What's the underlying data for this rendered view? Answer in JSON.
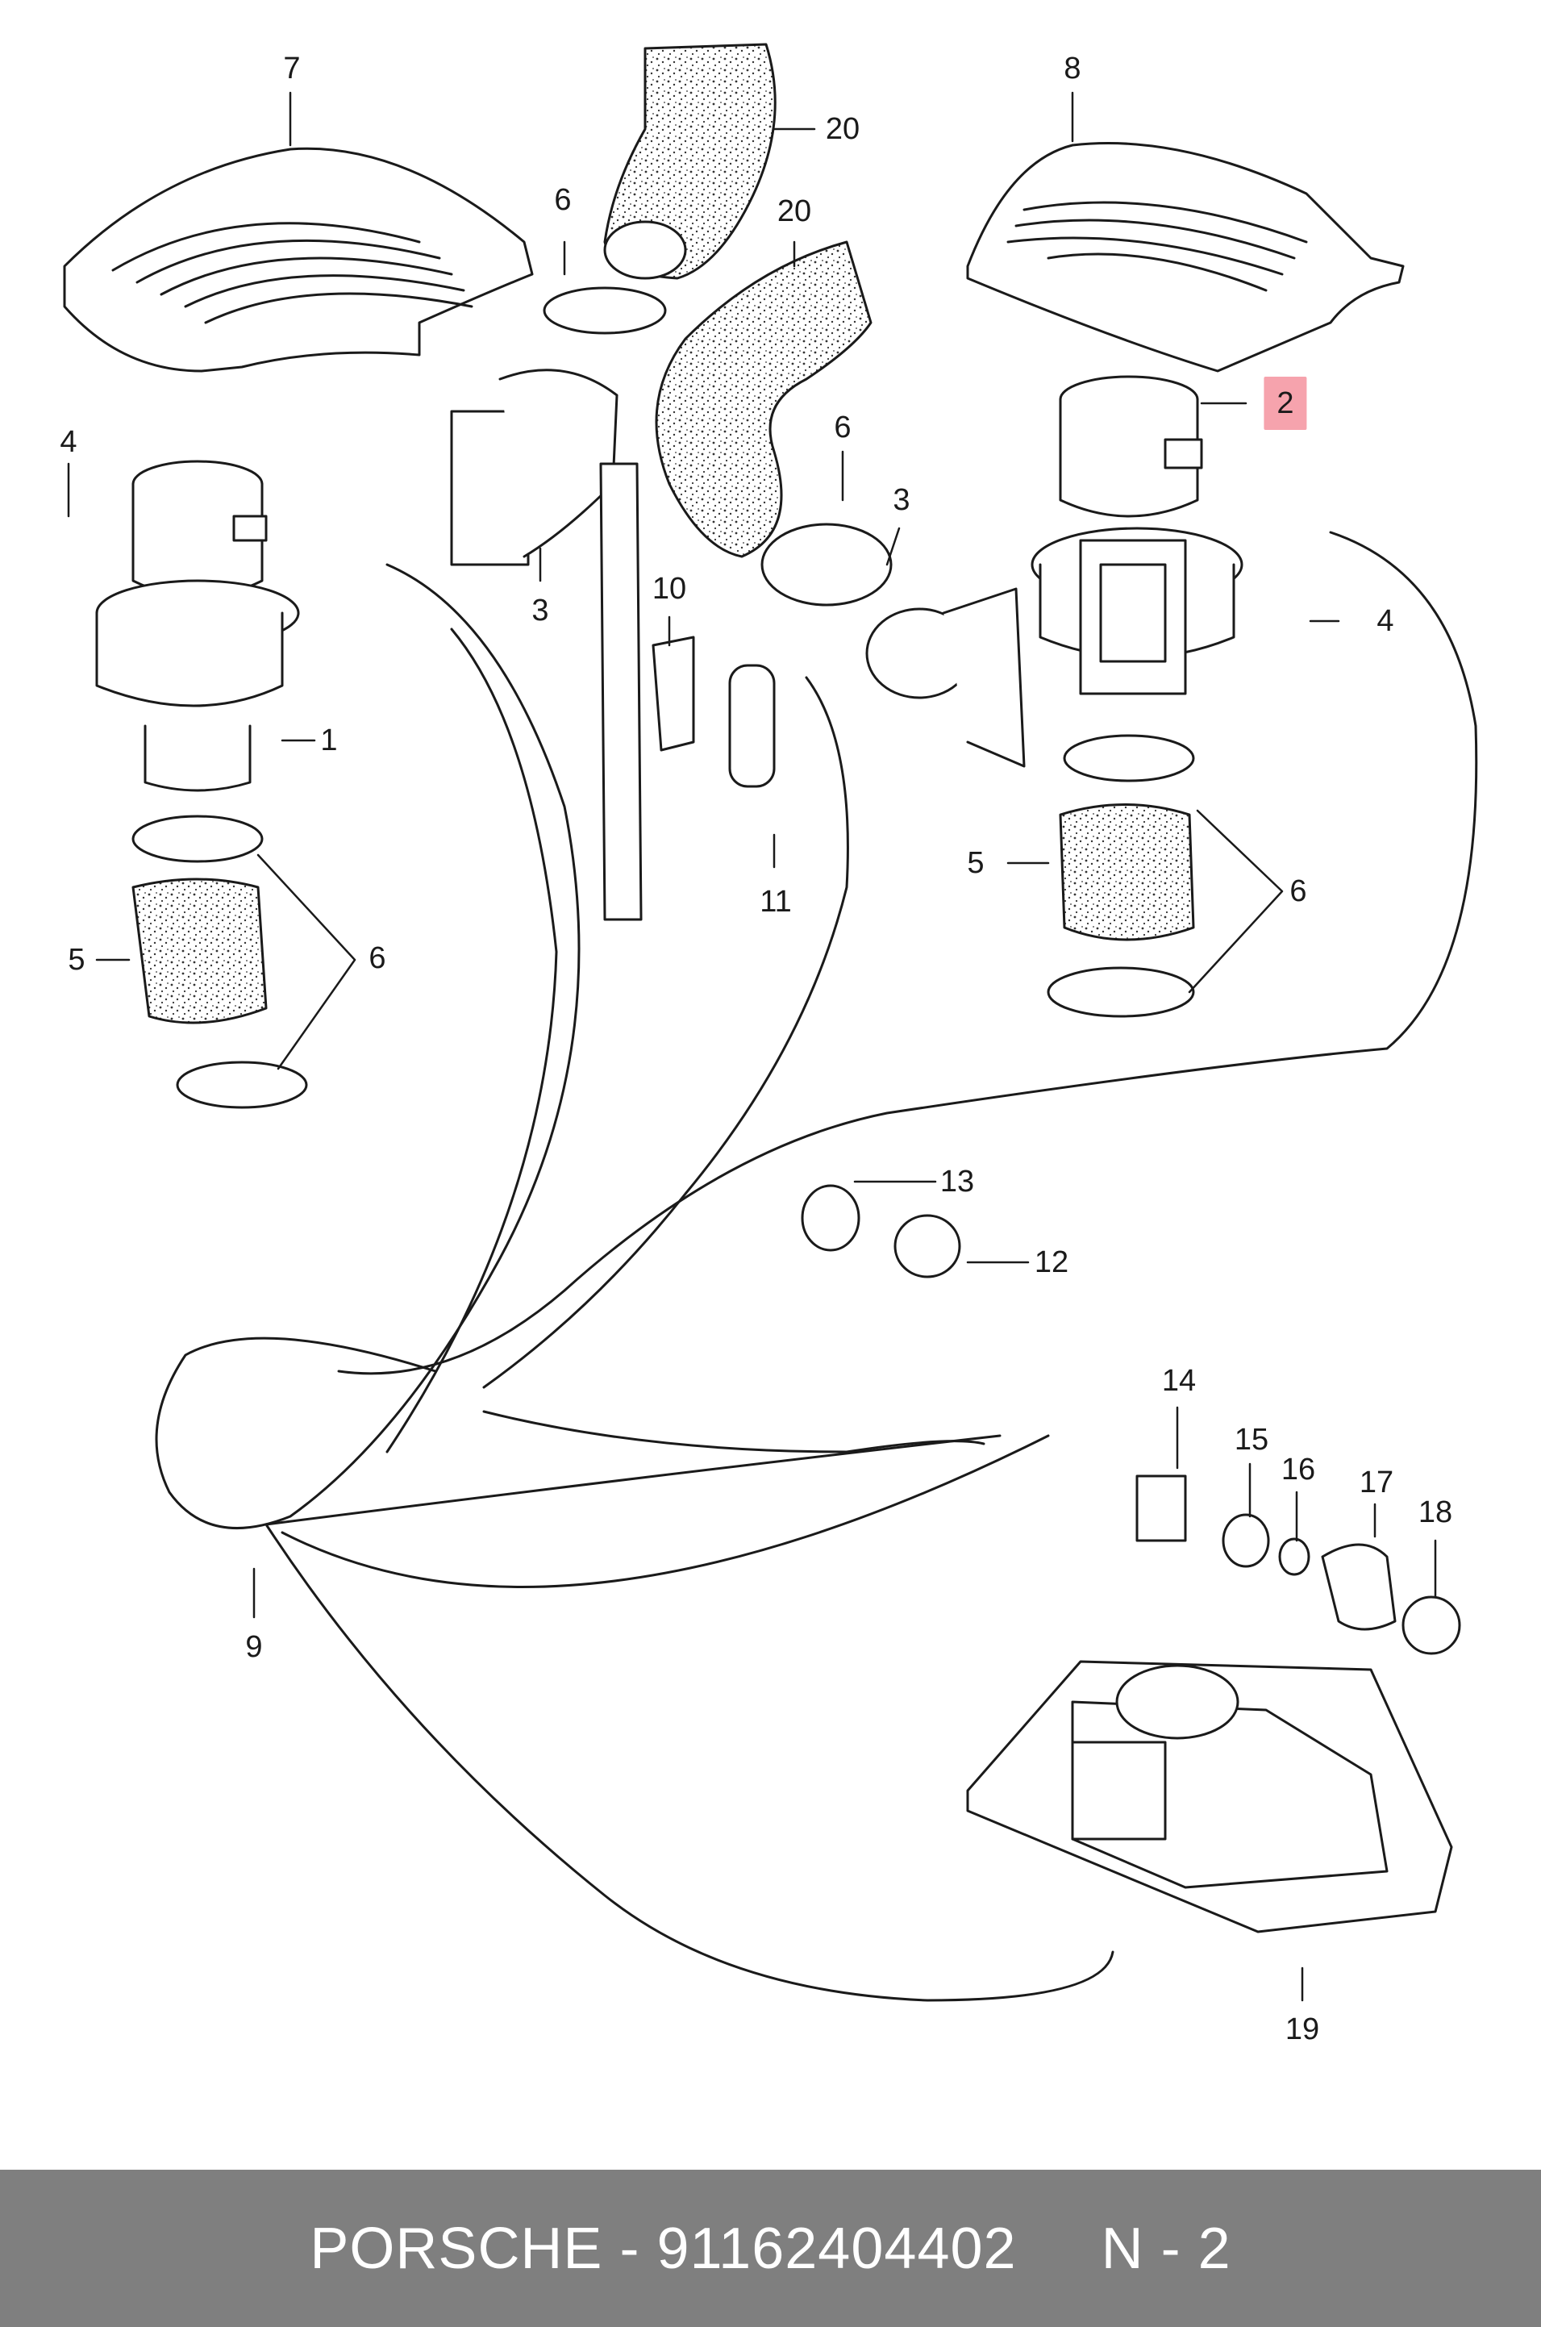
{
  "callouts": [
    {
      "id": "c7",
      "text": "7"
    },
    {
      "id": "c20a",
      "text": "20"
    },
    {
      "id": "c20b",
      "text": "20"
    },
    {
      "id": "c8",
      "text": "8"
    },
    {
      "id": "c6a",
      "text": "6"
    },
    {
      "id": "c4a",
      "text": "4"
    },
    {
      "id": "c2",
      "text": "2"
    },
    {
      "id": "c6b",
      "text": "6"
    },
    {
      "id": "c3a",
      "text": "3"
    },
    {
      "id": "c3b",
      "text": "3"
    },
    {
      "id": "c10",
      "text": "10"
    },
    {
      "id": "c4b",
      "text": "4"
    },
    {
      "id": "c1",
      "text": "1"
    },
    {
      "id": "c11",
      "text": "11"
    },
    {
      "id": "c5a",
      "text": "5"
    },
    {
      "id": "c6c",
      "text": "6"
    },
    {
      "id": "c5b",
      "text": "5"
    },
    {
      "id": "c6d",
      "text": "6"
    },
    {
      "id": "c13",
      "text": "13"
    },
    {
      "id": "c12",
      "text": "12"
    },
    {
      "id": "c14",
      "text": "14"
    },
    {
      "id": "c15",
      "text": "15"
    },
    {
      "id": "c16",
      "text": "16"
    },
    {
      "id": "c17",
      "text": "17"
    },
    {
      "id": "c18",
      "text": "18"
    },
    {
      "id": "c9",
      "text": "9"
    },
    {
      "id": "c19",
      "text": "19"
    }
  ],
  "highlight": {
    "color": "#f6a3ad"
  },
  "footer": {
    "text": "PORSCHE - 91162404402     N - 2",
    "background": "#7f7f7f"
  }
}
